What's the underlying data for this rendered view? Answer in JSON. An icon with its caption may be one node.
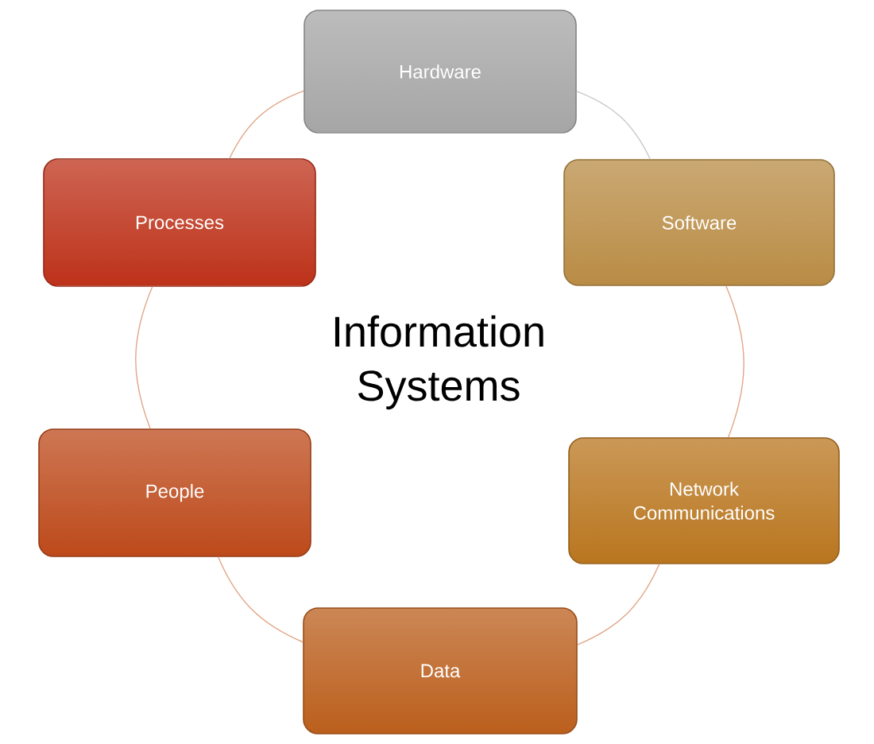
{
  "diagram": {
    "nodes": [
      {
        "text": [
          "Hardware"
        ]
      },
      {
        "text": [
          "Software"
        ]
      },
      {
        "text": [
          "Network Communications"
        ]
      },
      {
        "text": [
          "Data"
        ]
      },
      {
        "text": [
          "People"
        ]
      },
      {
        "text": [
          "Processes"
        ]
      }
    ],
    "edges": [
      {
        "from": 0,
        "to": 1,
        "arrow": "none",
        "color": "#c8c8c8"
      },
      {
        "from": 1,
        "to": 2,
        "arrow": "none"
      },
      {
        "from": 2,
        "to": 3,
        "arrow": "none"
      },
      {
        "from": 3,
        "to": 4,
        "arrow": "none"
      },
      {
        "from": 4,
        "to": 5,
        "arrow": "none"
      },
      {
        "from": 5,
        "to": 0,
        "arrow": "none"
      }
    ],
    "labels": [
      "Information Systems"
    ]
  }
}
